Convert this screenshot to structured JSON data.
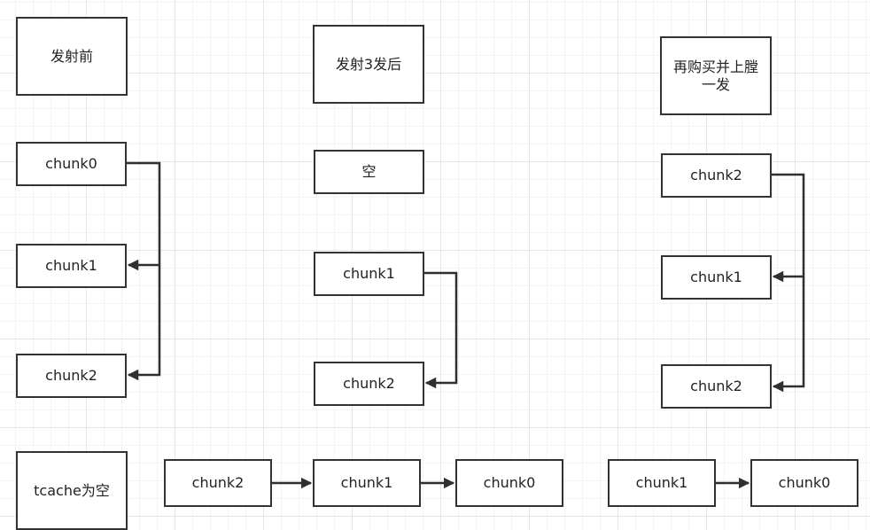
{
  "columns": {
    "before": {
      "title": "发射前",
      "items": [
        "chunk0",
        "chunk1",
        "chunk2"
      ]
    },
    "after_fire": {
      "title": "发射3发后",
      "empty": "空",
      "items": [
        "chunk1",
        "chunk2"
      ]
    },
    "rebuy": {
      "title": "再购买并上膛\n一发",
      "items": [
        "chunk2",
        "chunk1",
        "chunk2"
      ]
    }
  },
  "tcache": {
    "label": "tcache为空",
    "chain_a": [
      "chunk2",
      "chunk1",
      "chunk0"
    ],
    "chain_b": [
      "chunk1",
      "chunk0"
    ]
  },
  "colors": {
    "stroke": "#2f2f2f",
    "grid": "#e6e6e6"
  }
}
